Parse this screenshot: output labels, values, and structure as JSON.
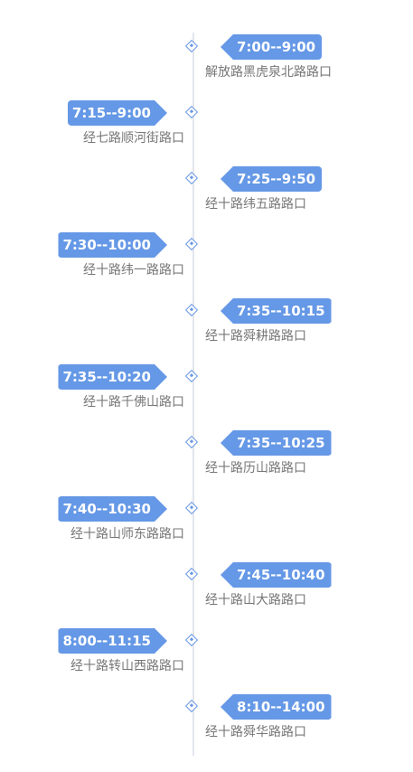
{
  "stops": [
    {
      "time": "7:00--9:00",
      "place": "解放路黑虎泉北路路口",
      "side": "right"
    },
    {
      "time": "7:15--9:00",
      "place": "经七路顺河街路口",
      "side": "left"
    },
    {
      "time": "7:25--9:50",
      "place": "经十路纬五路路口",
      "side": "right"
    },
    {
      "time": "7:30--10:00",
      "place": "经十路纬一路路口",
      "side": "left"
    },
    {
      "time": "7:35--10:15",
      "place": "经十路舜耕路路口",
      "side": "right"
    },
    {
      "time": "7:35--10:20",
      "place": "经十路千佛山路口",
      "side": "left"
    },
    {
      "time": "7:35--10:25",
      "place": "经十路历山路路口",
      "side": "right"
    },
    {
      "time": "7:40--10:30",
      "place": "经十路山师东路路口",
      "side": "left"
    },
    {
      "time": "7:45--10:40",
      "place": "经十路山大路路口",
      "side": "right"
    },
    {
      "time": "8:00--11:15",
      "place": "经十路转山西路路口",
      "side": "left"
    },
    {
      "time": "8:10--14:00",
      "place": "经十路舜华路路口",
      "side": "right"
    }
  ],
  "colors": {
    "accent": "#6598e6",
    "axis": "#e3e6ee",
    "label": "#777777"
  },
  "icons": {
    "node": "diamond-node-icon"
  }
}
